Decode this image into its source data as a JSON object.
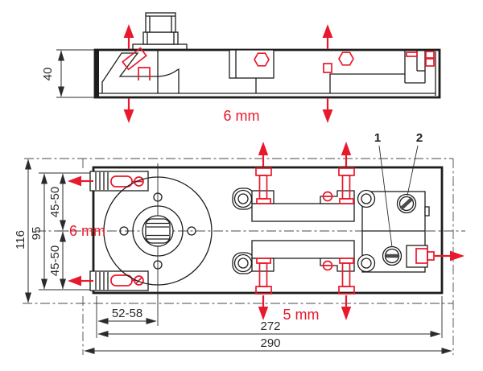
{
  "drawing": {
    "kind": "floor-spring-door-closer-technical-drawing",
    "views": [
      "side-elevation",
      "plan-view"
    ]
  },
  "labels": {
    "side_height": "40",
    "side_vertical_adjust": "6 mm",
    "plan_cover_width": "116",
    "plan_body_width": "95",
    "plan_axis_top": "45-50",
    "plan_axis_bottom": "45-50",
    "plan_spindle_adjust": "6 mm",
    "plan_spindle_offset": "52-58",
    "plan_body_length": "272",
    "plan_cover_length": "290",
    "plan_lateral_adjust": "5 mm",
    "callout_1": "1",
    "callout_2": "2"
  },
  "colors": {
    "accent_red": "#e8192c",
    "line_black": "#1d1d1b",
    "dimension_gray": "#2b2b2b",
    "background": "#ffffff"
  }
}
